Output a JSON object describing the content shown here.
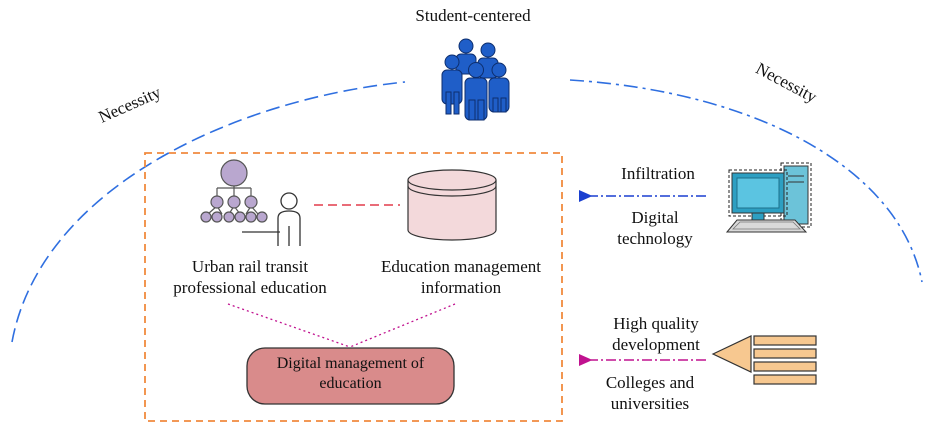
{
  "top": {
    "label": "Student-centered",
    "icon": "people-group-icon"
  },
  "arc": {
    "left_label": "Necessity",
    "right_label": "Necessity",
    "color": "#2f6fe0"
  },
  "box": {
    "left_caption_1": "Urban rail transit",
    "left_caption_2": "professional education",
    "right_caption_1": "Education management",
    "right_caption_2": "information",
    "center_label_1": "Digital management of",
    "center_label_2": "education",
    "border_color": "#f08a3e",
    "center_fill": "#d98b8b",
    "cylinder_fill": "#f3d9db"
  },
  "right_upper": {
    "arrow_top": "Infiltration",
    "arrow_bottom_1": "Digital",
    "arrow_bottom_2": "technology",
    "icon": "computer-icon",
    "arrow_color": "#1a3fd0"
  },
  "right_lower": {
    "arrow_top_1": "High quality",
    "arrow_top_2": "development",
    "arrow_bottom_1": "Colleges and",
    "arrow_bottom_2": "universities",
    "icon": "document-stack-icon",
    "arrow_color": "#c0128f",
    "icon_fill": "#f7c890"
  }
}
